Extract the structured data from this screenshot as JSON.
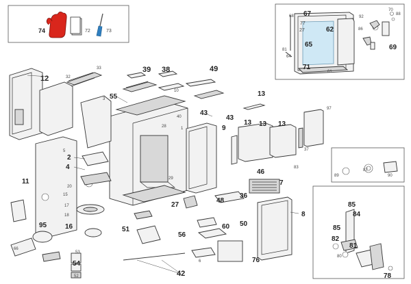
{
  "callouts": {
    "c74": "74",
    "c72": "72",
    "c73": "73",
    "c12": "12",
    "c32": "32",
    "c33": "33",
    "c39": "39",
    "c38": "38",
    "c49": "49",
    "c55": "55",
    "c3": "3",
    "c10": "10",
    "c43": "43",
    "c9": "9",
    "c13a": "13",
    "c13b": "13",
    "c13c": "13",
    "c13d": "13",
    "c97": "97",
    "c37": "37",
    "c83": "83",
    "c46": "46",
    "c40": "40",
    "c28": "28",
    "c1": "1",
    "c5": "5",
    "c2": "2",
    "c4": "4",
    "c11": "11",
    "c20": "20",
    "c17": "17",
    "c18": "18",
    "c15": "15",
    "c95": "95",
    "c16": "16",
    "c66": "66",
    "c53": "53",
    "c54": "54",
    "c52": "52",
    "c51": "51",
    "c42": "42",
    "c56": "56",
    "c27": "27",
    "c48": "48",
    "c36": "36",
    "c7": "7",
    "c60": "60",
    "c50": "50",
    "c8": "8",
    "c6": "6",
    "c76": "76",
    "c29": "29",
    "c67": "67",
    "c68": "68",
    "c77": "77",
    "c62": "62",
    "c65": "65",
    "c61": "61",
    "c71": "71",
    "c86": "86",
    "c69": "69",
    "c70": "70",
    "c88": "88",
    "c92": "92",
    "c64": "64",
    "c81": "81",
    "c27b": "27",
    "c85": "85",
    "c84": "84",
    "c82": "82",
    "c81b": "81",
    "c78": "78",
    "c80": "80",
    "c87": "87",
    "c89": "89",
    "c90": "90"
  },
  "colors": {
    "glove": "#d9261c",
    "screwdriver_blue": "#2f7fc0",
    "glass_blue": "#cfe8f5",
    "frame": "#555555"
  },
  "icons": [
    "glove-icon",
    "pad-icon",
    "screwdriver-icon"
  ]
}
